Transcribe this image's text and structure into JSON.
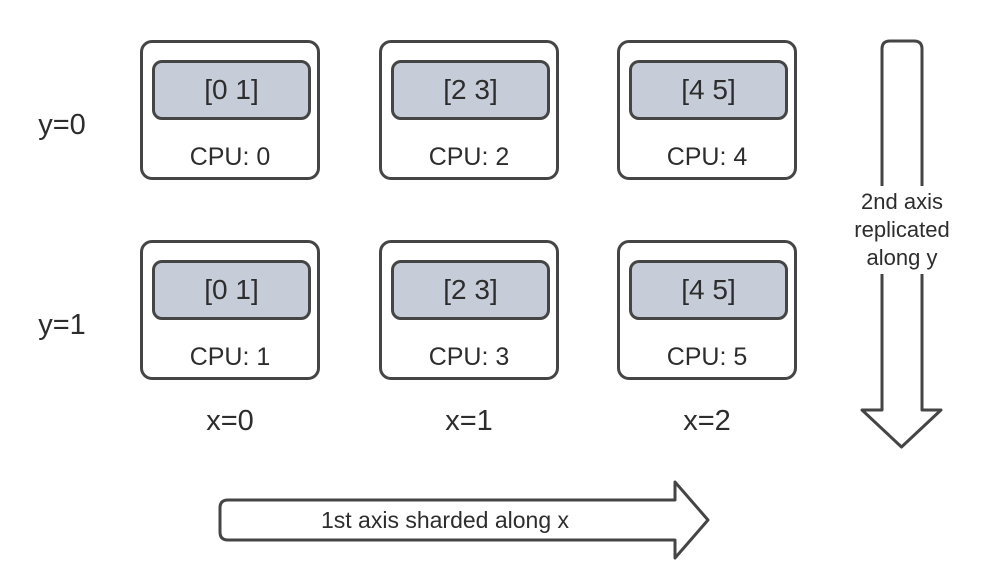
{
  "diagram": {
    "description_labels": {
      "vertical_arrow_lines": [
        "2nd axis",
        "replicated",
        "along y"
      ],
      "horizontal_arrow_label": "1st axis sharded along x"
    },
    "rows": [
      {
        "label": "y=0"
      },
      {
        "label": "y=1"
      }
    ],
    "cols": [
      {
        "label": "x=0"
      },
      {
        "label": "x=1"
      },
      {
        "label": "x=2"
      }
    ],
    "devices": [
      {
        "row": 0,
        "col": 0,
        "shard": "[0 1]",
        "cpu_label": "CPU: 0"
      },
      {
        "row": 0,
        "col": 1,
        "shard": "[2 3]",
        "cpu_label": "CPU: 2"
      },
      {
        "row": 0,
        "col": 2,
        "shard": "[4 5]",
        "cpu_label": "CPU: 4"
      },
      {
        "row": 1,
        "col": 0,
        "shard": "[0 1]",
        "cpu_label": "CPU: 1"
      },
      {
        "row": 1,
        "col": 1,
        "shard": "[2 3]",
        "cpu_label": "CPU: 3"
      },
      {
        "row": 1,
        "col": 2,
        "shard": "[4 5]",
        "cpu_label": "CPU: 5"
      }
    ]
  },
  "colors": {
    "stroke_color": "#454545",
    "shard_fill": "#c6cdd8",
    "text_color": "#2d2d2d",
    "bg_color": "#ffffff"
  }
}
